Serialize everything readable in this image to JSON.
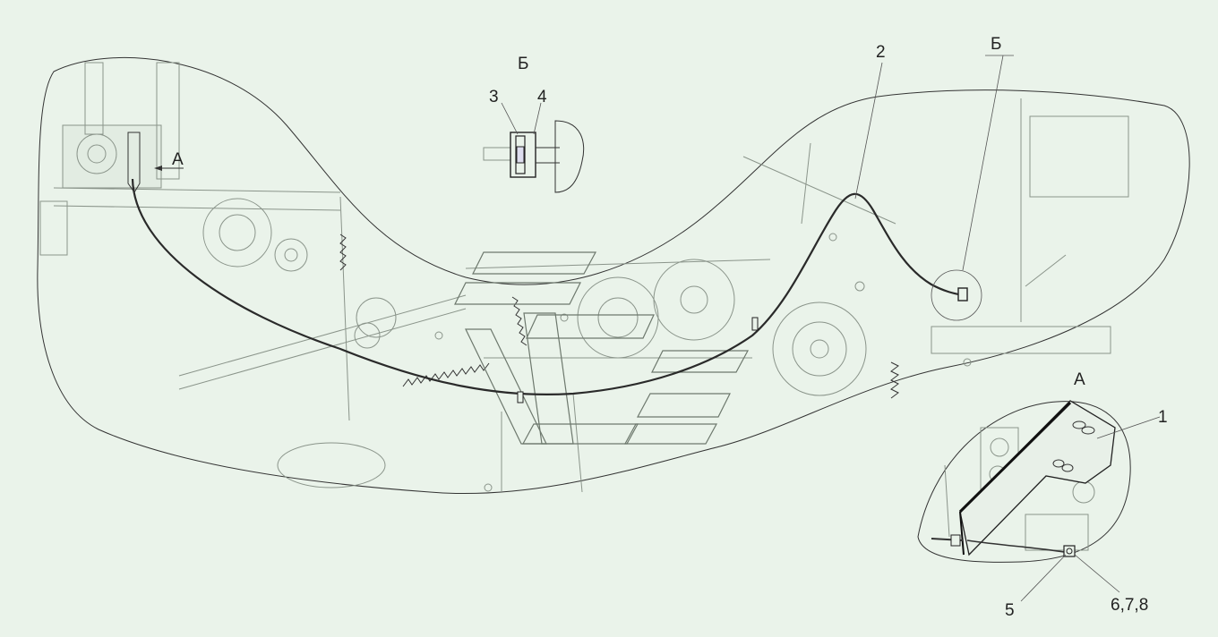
{
  "labels": {
    "callout_1": "1",
    "callout_2": "2",
    "callout_3": "3",
    "callout_4": "4",
    "callout_5": "5",
    "callout_678": "6,7,8",
    "view_a_main": "А",
    "view_a_detail": "А",
    "view_b_detail": "Б",
    "view_b_main": "Б"
  },
  "colors": {
    "background": "#eaf3ea",
    "line": "#333333",
    "machinery": "#8a948a"
  }
}
